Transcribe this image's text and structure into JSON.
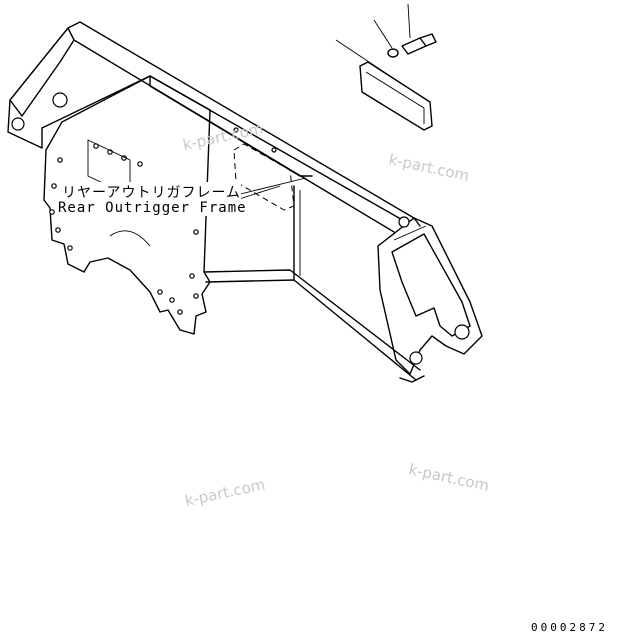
{
  "part_label": {
    "japanese": "リヤーアウトリガフレーム",
    "english": "Rear Outrigger Frame"
  },
  "watermark": "k-part.com",
  "diagram_number": "00002872"
}
